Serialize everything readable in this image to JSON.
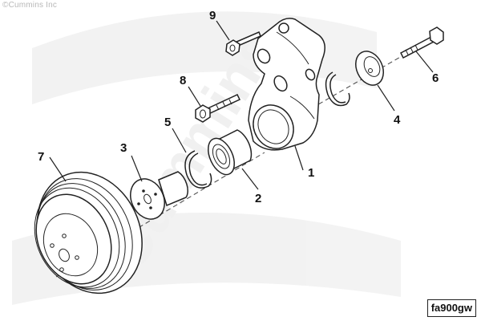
{
  "watermark": {
    "copyright_text": "©Cummins Inc",
    "logo_text": "Cummins"
  },
  "diagram": {
    "code": "fa900gw",
    "callouts": [
      {
        "id": "1",
        "label": "1",
        "part": "housing"
      },
      {
        "id": "2",
        "label": "2",
        "part": "bearing"
      },
      {
        "id": "3",
        "label": "3",
        "part": "hub"
      },
      {
        "id": "4",
        "label": "4",
        "part": "plug"
      },
      {
        "id": "5",
        "label": "5",
        "part": "inner-snap-ring"
      },
      {
        "id": "6",
        "label": "6",
        "part": "long-bolt"
      },
      {
        "id": "7",
        "label": "7",
        "part": "pulley"
      },
      {
        "id": "8",
        "label": "8",
        "part": "bolt"
      },
      {
        "id": "9",
        "label": "9",
        "part": "short-bolt"
      }
    ]
  }
}
